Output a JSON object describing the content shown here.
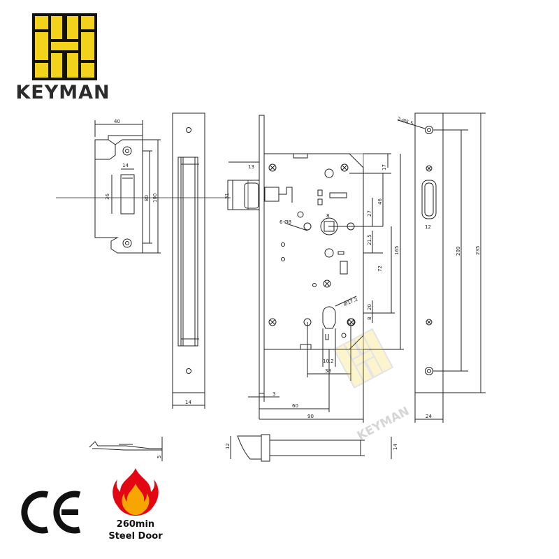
{
  "brand": {
    "name": "KEYMAN",
    "logo_color": "#f2d21b",
    "watermark": "KEYMAN"
  },
  "badges": {
    "ce_mark": "CE",
    "fire_rating": "260min",
    "fire_door_type": "Steel Door",
    "fire_colors": [
      "#e30613",
      "#f7a600"
    ]
  },
  "dimensions": {
    "strike_width": "40",
    "strike_slot_width": "14",
    "strike_slot_height": "36",
    "strike_hole_spacing": "80",
    "strike_height": "100",
    "latch_width": "13",
    "latch_height": "31",
    "top_offset": "17",
    "latch_to_spindle": "46",
    "latch_offset": "27",
    "spindle_square": "8",
    "screw_holes": "6-Ø8",
    "spindle_offset": "21.5",
    "spindle_to_cylinder": "72",
    "case_height": "165",
    "cylinder_diameter": "Ø17.2",
    "cylinder_offset": "20",
    "cylinder_square": "8",
    "cylinder_width": "10.2",
    "backset_small": "38",
    "faceplate_thickness": "3",
    "backset": "60",
    "case_depth": "90",
    "faceplate_side_width": "14",
    "faceplate_hole_spec": "2-Ø5.5",
    "faceplate_slot_width": "12",
    "faceplate_hole_spacing": "209",
    "faceplate_length": "235",
    "faceplate_width": "24",
    "strike_lip": "5",
    "bolt_height": "12",
    "bolt_thickness": "14"
  }
}
